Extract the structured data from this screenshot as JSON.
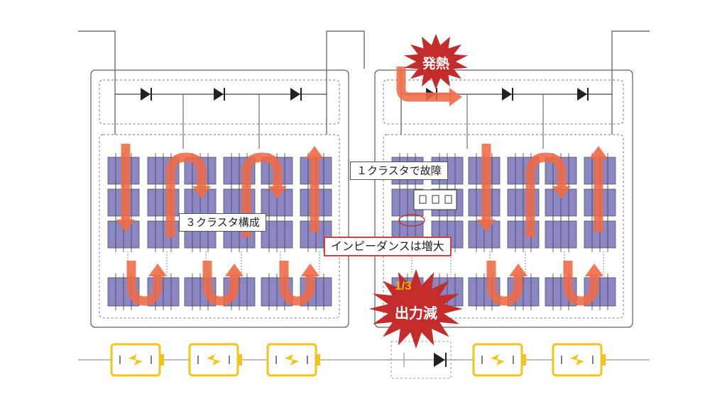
{
  "labels": {
    "three_cluster": "３クラスタ構成",
    "one_cluster_fault": "１クラスタで故障",
    "impedance_increase": "インピーダンスは増大",
    "heat": "発熱",
    "output_ratio": "1/3",
    "output_decrease": "出力減"
  },
  "colors": {
    "cell_fill": "#8a87c4",
    "arrow": "#ef6a45",
    "burst": "#c42c2c",
    "battery": "#f0c419",
    "frame": "#555555",
    "label_red_border": "#d0453a"
  },
  "modules": [
    {
      "name": "normal-module",
      "faulty": false
    },
    {
      "name": "faulty-module",
      "faulty": true
    }
  ],
  "batteries": [
    {
      "name": "battery-1",
      "state": "charged"
    },
    {
      "name": "battery-2",
      "state": "charged"
    },
    {
      "name": "battery-3",
      "state": "charged"
    },
    {
      "name": "bypass-diode-box",
      "state": "bypass"
    },
    {
      "name": "battery-5",
      "state": "charged"
    },
    {
      "name": "battery-6",
      "state": "charged"
    }
  ]
}
